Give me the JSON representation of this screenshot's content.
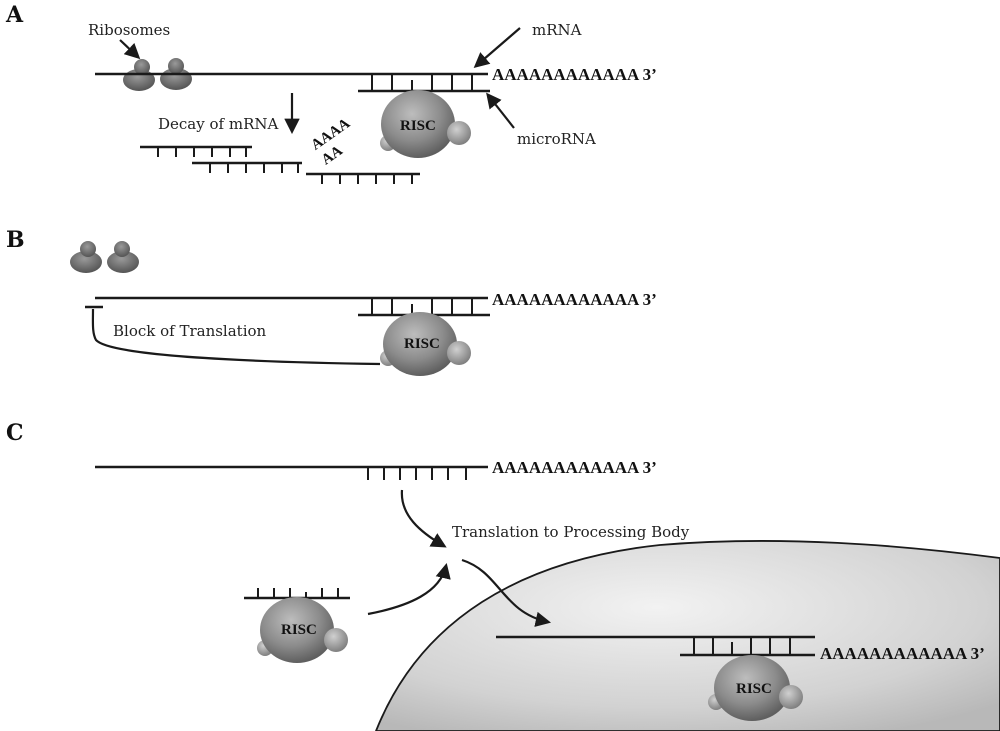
{
  "panels": {
    "a": {
      "letter": "A"
    },
    "b": {
      "letter": "B"
    },
    "c": {
      "letter": "C"
    }
  },
  "labels": {
    "ribosomes": "Ribosomes",
    "mrna": "mRNA",
    "microrna": "microRNA",
    "decay": "Decay of mRNA",
    "block": "Block of Translation",
    "translation_pbody": "Translation to Processing Body",
    "poly_a_tail": "AAAAAAAAAAAA 3’",
    "aa_top": "AAAA",
    "aa_bottom": "AA",
    "risc": "RISC"
  },
  "colors": {
    "ink": "#1a1a1a",
    "risc_fill": "#8c8c8c",
    "ribosome_fill": "#6e6e6e",
    "pbody_fill": "#d4d4d4"
  }
}
